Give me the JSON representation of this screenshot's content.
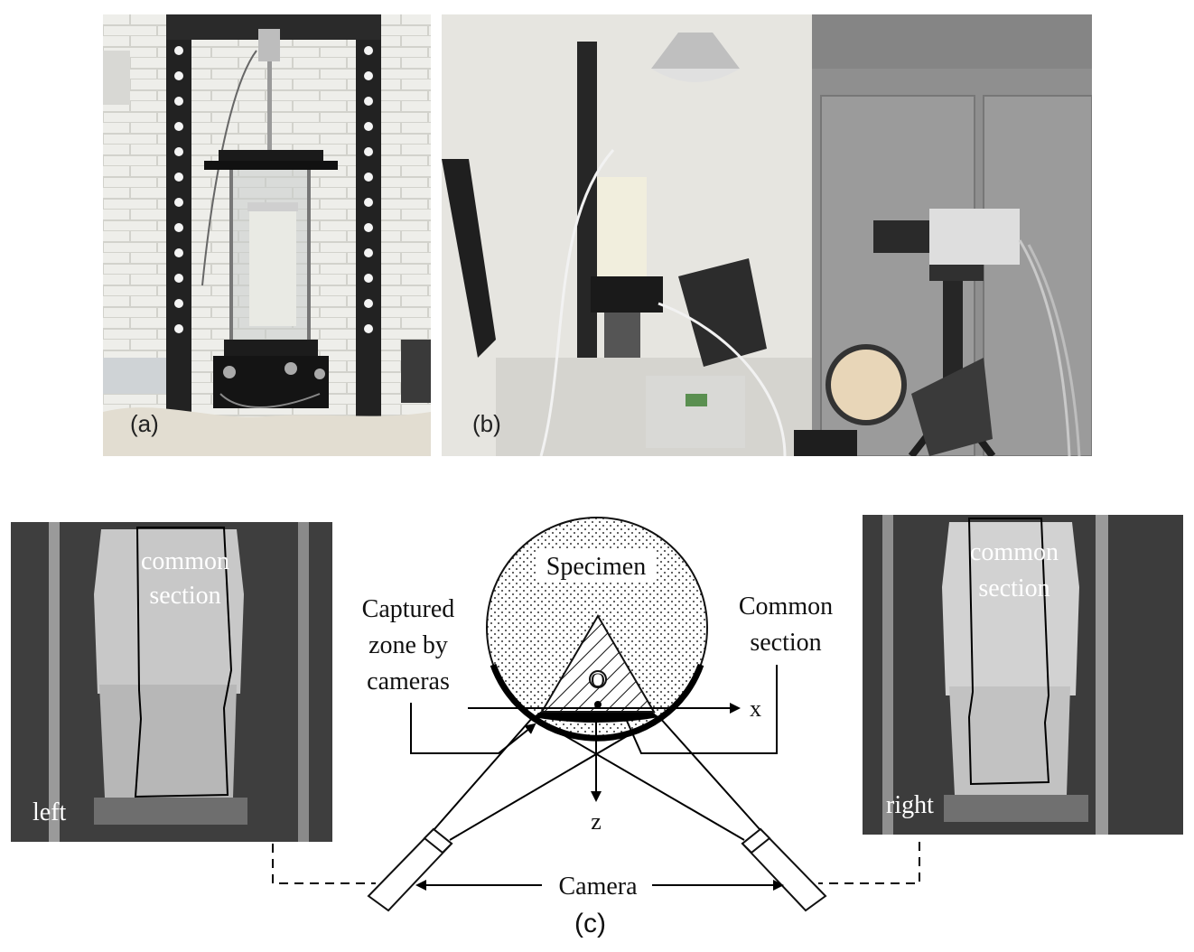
{
  "panels": {
    "a": {
      "label": "(a)"
    },
    "b": {
      "label": "(b)"
    },
    "c": {
      "label": "(c)"
    }
  },
  "left_view": {
    "region_label_line1": "common",
    "region_label_line2": "section",
    "side_label": "left"
  },
  "right_view": {
    "region_label_line1": "common",
    "region_label_line2": "section",
    "side_label": "right"
  },
  "schematic": {
    "specimen": "Specimen",
    "captured_line1": "Captured",
    "captured_line2": "zone by",
    "captured_line3": "cameras",
    "common_line1": "Common",
    "common_line2": "section",
    "origin": "O",
    "x_axis": "x",
    "z_axis": "z",
    "camera": "Camera"
  }
}
